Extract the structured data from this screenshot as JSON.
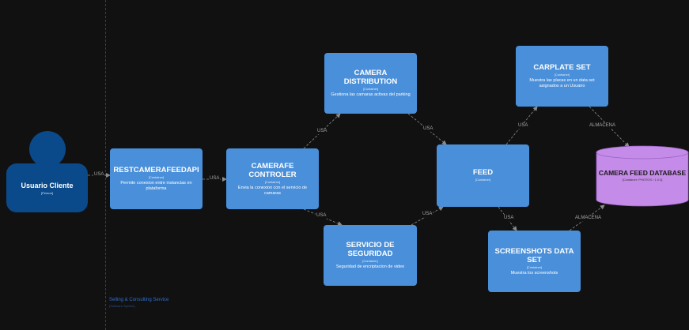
{
  "boundary": {
    "label": "Selling & Consulting Service",
    "sublabel": "[Software System]"
  },
  "person": {
    "title": "Usuario Cliente",
    "tag": "[Person]"
  },
  "nodes": {
    "restcamera": {
      "title": "RESTCAMERAFEEDAPI",
      "tag": "[Container]",
      "desc": "Permite conexion entre instancias en plataforma"
    },
    "camerafe": {
      "title": "CAMERAFE CONTROLER",
      "tag": "[Container]",
      "desc": "Envia la conexion con el servicio de camaras"
    },
    "distribution": {
      "title": "CAMERA DISTRIBUTION",
      "tag": "[Container]",
      "desc": "Gestiona las camaras activas del parking"
    },
    "seguridad": {
      "title": "SERVICIO DE SEGURIDAD",
      "tag": "[Container]",
      "desc": "Seguridad de encriptacion de video"
    },
    "feed": {
      "title": "FEED",
      "tag": "[Container]",
      "desc": ""
    },
    "carplate": {
      "title": "CARPLATE SET",
      "tag": "[Container]",
      "desc": "Muestra las placas en un data set asignados a un Usuario"
    },
    "screenshots": {
      "title": "SCREENSHOTS DATA SET",
      "tag": "[Container]",
      "desc": "Muestra los screenshots"
    },
    "database": {
      "title": "CAMERA FEED DATABASE",
      "tag": "[Container: PHOTOS / 1.0.0]"
    }
  },
  "edges": {
    "user_rest": "USA",
    "rest_camerafe": "USA",
    "camerafe_distribution": "USA",
    "camerafe_seguridad": "USA",
    "distribution_feed": "USA",
    "seguridad_feed": "USA",
    "feed_carplate": "USA",
    "feed_screenshots": "USA",
    "carplate_db": "ALMACENA",
    "screenshots_db": "ALMACENA"
  },
  "colors": {
    "background": "#111111",
    "container": "#4a8fd9",
    "person": "#0b4a8a",
    "database": "#c58be8",
    "edge": "#8c8c8c"
  }
}
